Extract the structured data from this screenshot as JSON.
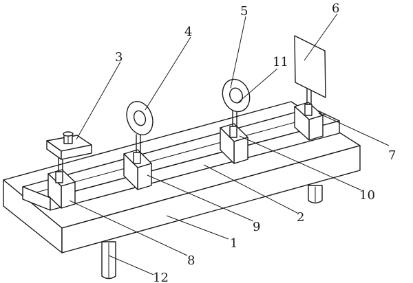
{
  "figure": {
    "description_labels": {
      "base": "1",
      "rail": "2",
      "light_source": "3",
      "lens_one": "4",
      "lens_two": "5",
      "screen": "6",
      "slider_screen": "7",
      "slider_source": "8",
      "slider_lens_one": "9",
      "slider_lens_two": "10",
      "lens_holder_post": "11",
      "support_leg": "12"
    }
  }
}
